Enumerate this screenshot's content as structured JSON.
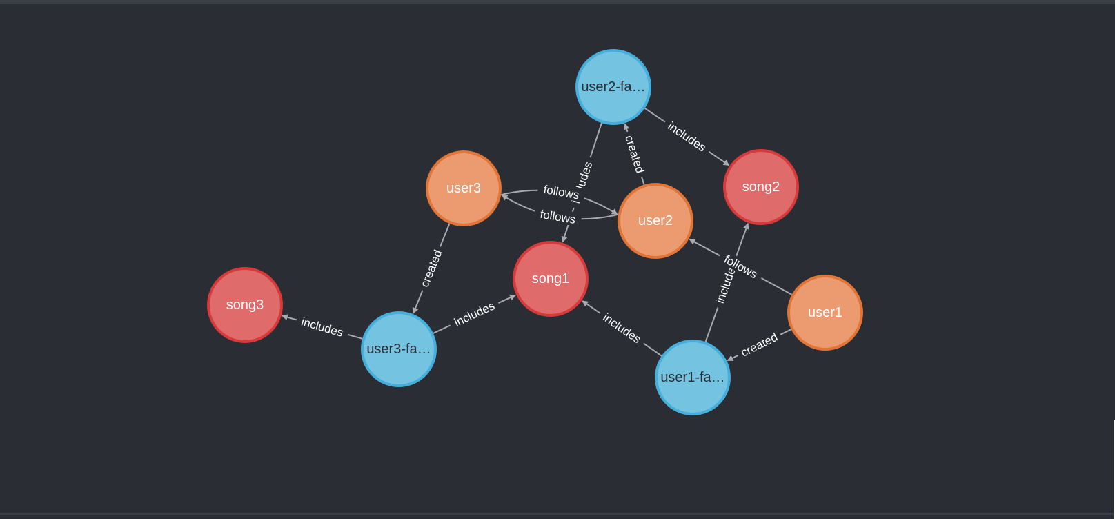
{
  "colors": {
    "background": "#2a2d34",
    "edge": "#a9abb1",
    "user": {
      "fill": "#eb9b6f",
      "stroke": "#e07537",
      "text": "#ffffff"
    },
    "song": {
      "fill": "#e06b6b",
      "stroke": "#d63a3a",
      "text": "#ffffff"
    },
    "playlist": {
      "fill": "#74c3e1",
      "stroke": "#46aedb",
      "text": "#2a2d34"
    }
  },
  "nodes": [
    {
      "id": "user2-fav",
      "label": "user2-fa…",
      "type": "playlist"
    },
    {
      "id": "song2",
      "label": "song2",
      "type": "song"
    },
    {
      "id": "user3",
      "label": "user3",
      "type": "user"
    },
    {
      "id": "user2",
      "label": "user2",
      "type": "user"
    },
    {
      "id": "song1",
      "label": "song1",
      "type": "song"
    },
    {
      "id": "song3",
      "label": "song3",
      "type": "song"
    },
    {
      "id": "user1",
      "label": "user1",
      "type": "user"
    },
    {
      "id": "user3-fav",
      "label": "user3-fa…",
      "type": "playlist"
    },
    {
      "id": "user1-fav",
      "label": "user1-fa…",
      "type": "playlist"
    }
  ],
  "edges": [
    {
      "from": "user2-fav",
      "to": "song2",
      "label": "includes"
    },
    {
      "from": "user2-fav",
      "to": "song1",
      "label": "includes"
    },
    {
      "from": "user2",
      "to": "user2-fav",
      "label": "created"
    },
    {
      "from": "user3",
      "to": "user2",
      "label": "follows"
    },
    {
      "from": "user2",
      "to": "user3",
      "label": "follows"
    },
    {
      "from": "user3",
      "to": "user3-fav",
      "label": "created"
    },
    {
      "from": "user3-fav",
      "to": "song3",
      "label": "includes"
    },
    {
      "from": "user3-fav",
      "to": "song1",
      "label": "includes"
    },
    {
      "from": "user1-fav",
      "to": "song1",
      "label": "includes"
    },
    {
      "from": "user1-fav",
      "to": "song2",
      "label": "includes"
    },
    {
      "from": "user1",
      "to": "user2",
      "label": "follows"
    },
    {
      "from": "user1",
      "to": "user1-fav",
      "label": "created"
    }
  ]
}
